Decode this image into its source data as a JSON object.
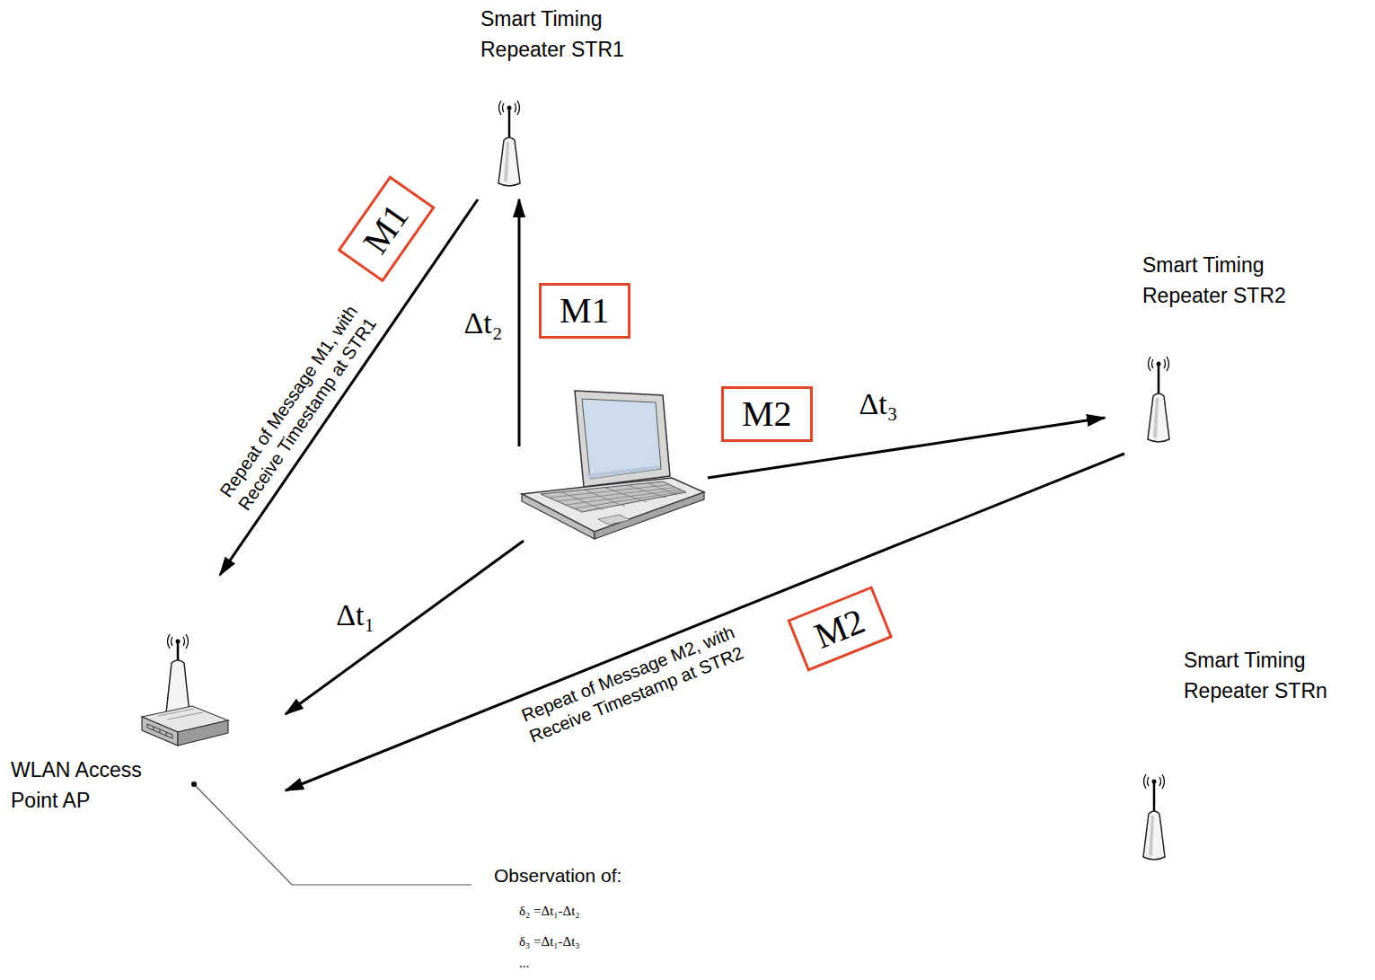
{
  "diagram": {
    "nodes": [
      {
        "text": [
          "Smart Timing Repeater STR1"
        ]
      },
      {
        "text": [
          "M1"
        ]
      },
      {
        "text": [
          "M1"
        ]
      },
      {
        "text": [
          "Smart Timing Repeater STR2"
        ]
      },
      {
        "text": [
          "M2"
        ]
      },
      {
        "text": []
      },
      {
        "text": [
          "M2"
        ]
      },
      {
        "text": [
          "Smart Timing Repeater STRn"
        ]
      },
      {
        "text": [
          "WLAN Access Point AP"
        ]
      }
    ],
    "edges": [
      {
        "from": 5,
        "to": 0,
        "arrow": "to",
        "label": "Δt₂"
      },
      {
        "from": 5,
        "to": 3,
        "arrow": "to",
        "label": "Δt₃"
      },
      {
        "from": 5,
        "to": 8,
        "arrow": "to",
        "label": "Δt₁"
      },
      {
        "from": 0,
        "to": 8,
        "arrow": "to",
        "label": "Repeat of Message M1, with Receive Timestamp at STR1"
      },
      {
        "from": 3,
        "to": 8,
        "arrow": "to",
        "label": "Repeat of Message M2, with Receive Timestamp at STR2"
      }
    ],
    "labels": [
      "Observation of:",
      "δ₂ =Δt₁-Δt₂",
      "δ₃ =Δt₁-Δt₃",
      "..."
    ]
  }
}
